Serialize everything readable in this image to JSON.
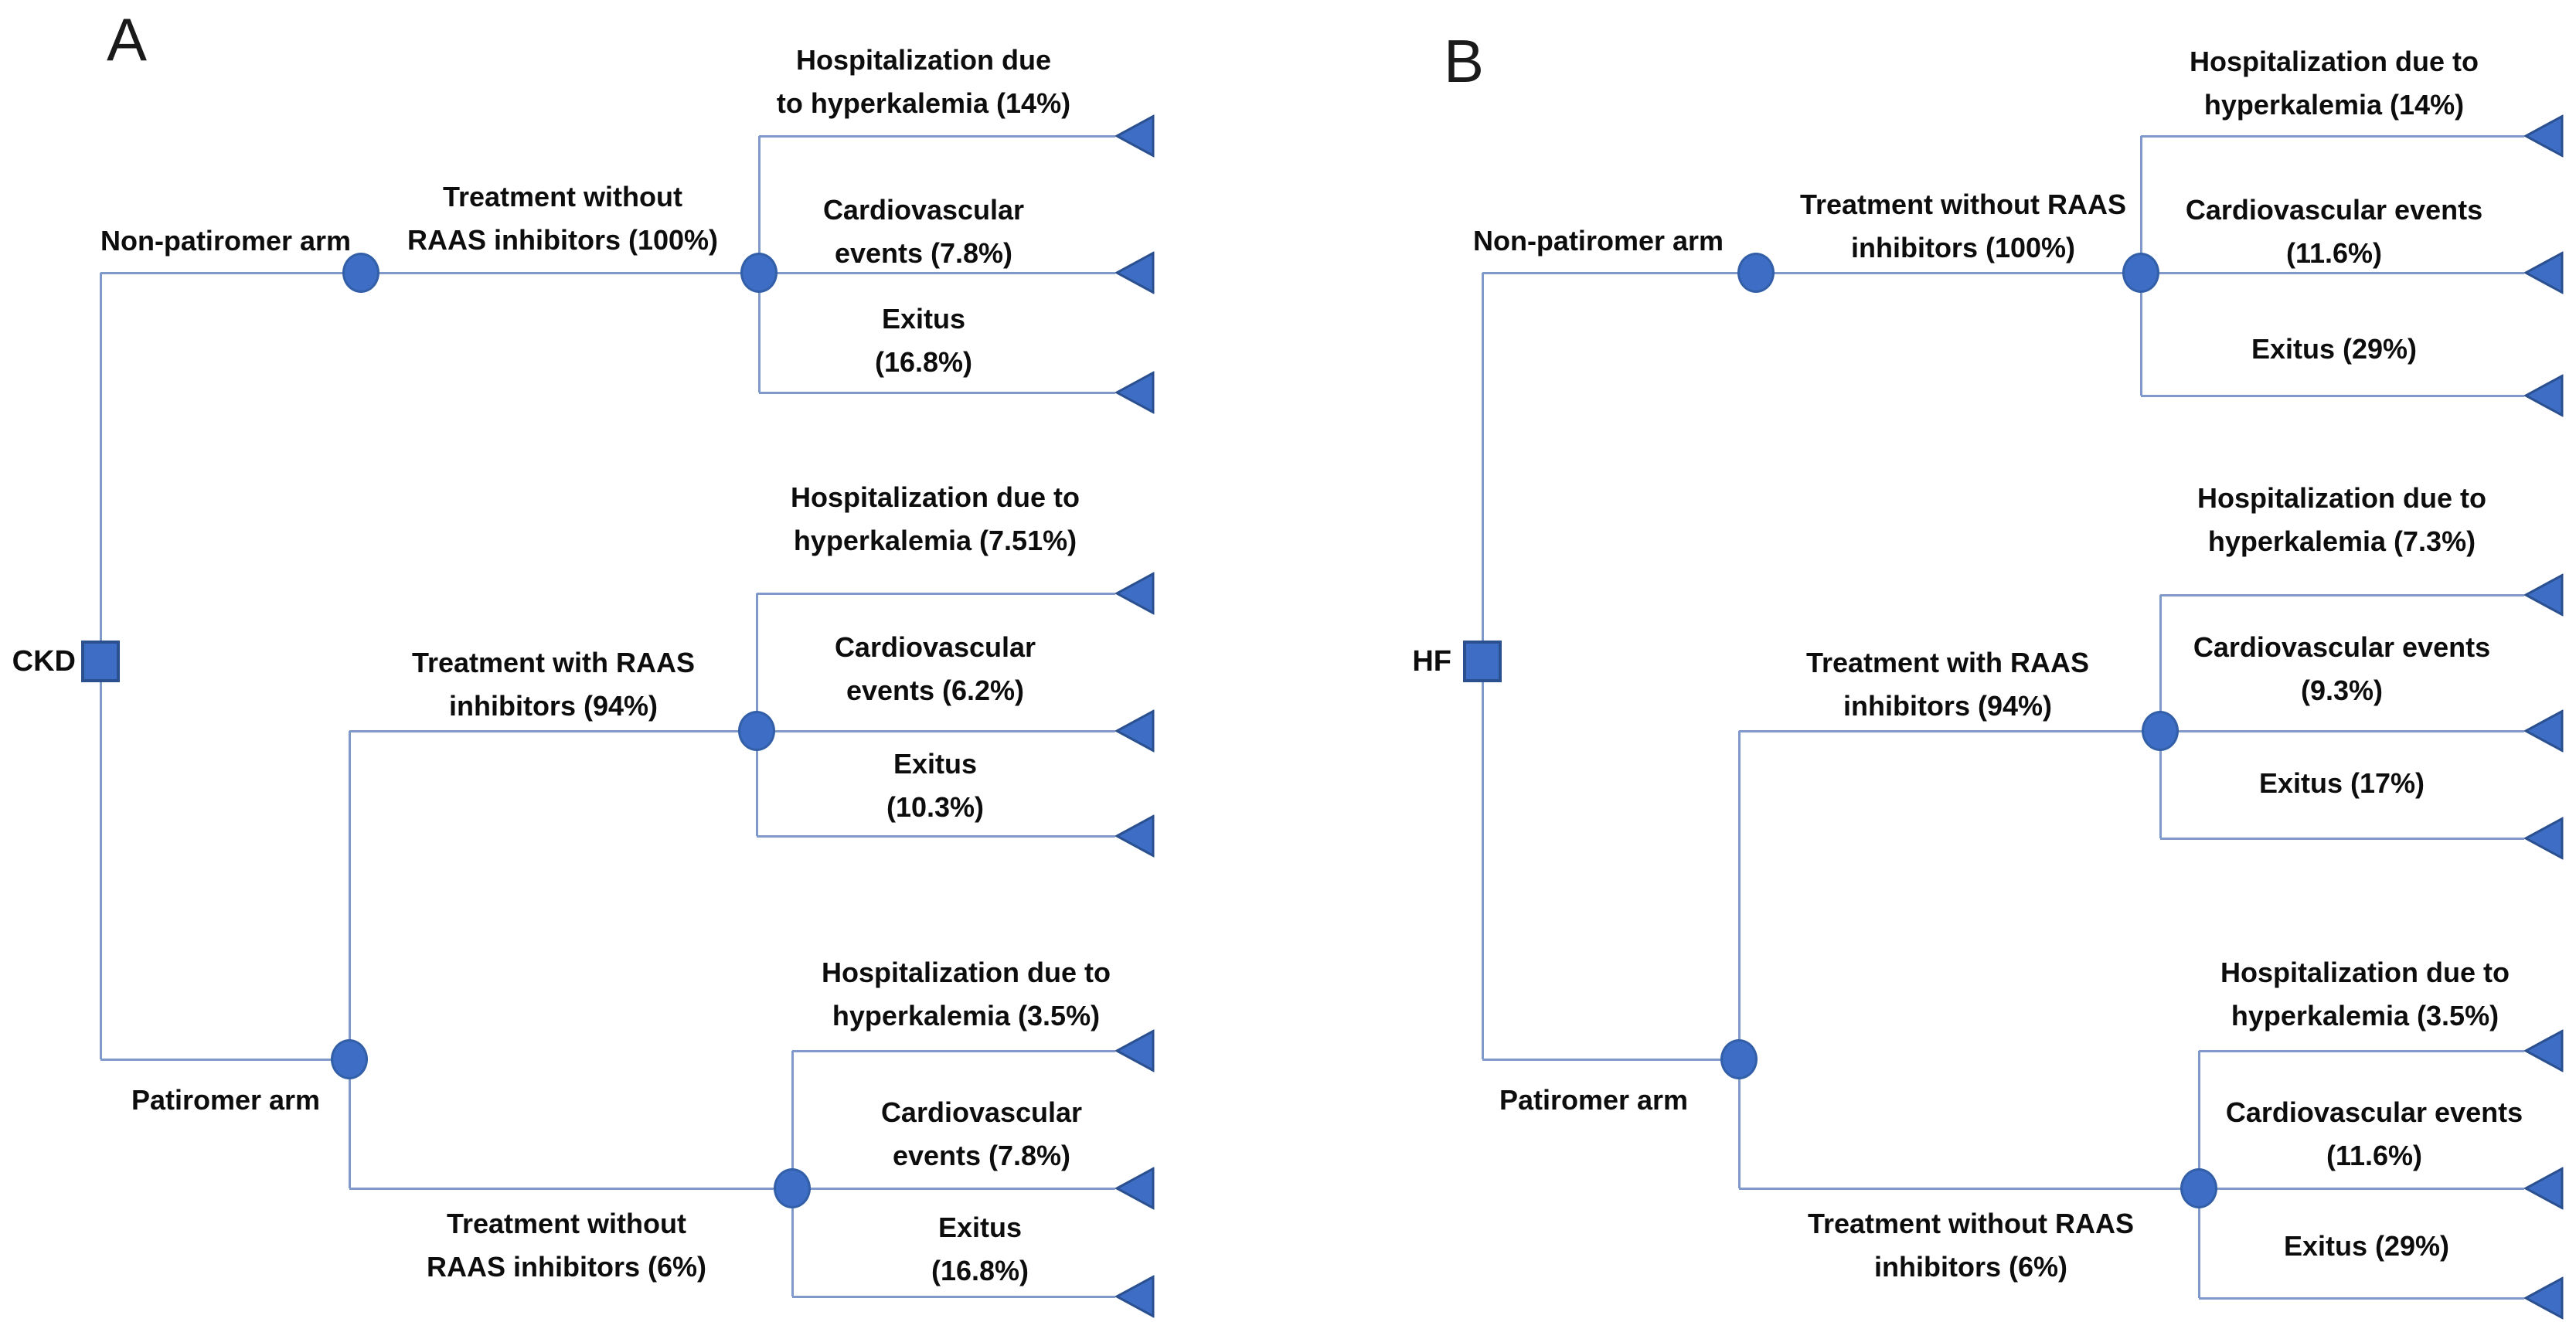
{
  "colors": {
    "node_fill": "#3d6dc4",
    "node_edge": "#2b508f",
    "line": "#7e99ca",
    "text": "#0d0d0d",
    "background": "#ffffff"
  },
  "a": {
    "letter": "A",
    "root": "CKD",
    "arm_top": "Non-patiromer arm",
    "arm_bottom": "Patiromer arm",
    "branch_top": {
      "l1": "Treatment without",
      "l2": "RAAS inhibitors (100%)"
    },
    "branch_mid": {
      "l1": "Treatment with RAAS",
      "l2": "inhibitors (94%)"
    },
    "branch_bottom": {
      "l1": "Treatment without",
      "l2": "RAAS inhibitors (6%)"
    },
    "top": {
      "hosp": {
        "l1": "Hospitalization due",
        "l2": "to hyperkalemia (14%)"
      },
      "cardio": {
        "l1": "Cardiovascular",
        "l2": "events (7.8%)"
      },
      "exitus": {
        "l1": "Exitus",
        "l2": "(16.8%)"
      }
    },
    "mid": {
      "hosp": {
        "l1": "Hospitalization due to",
        "l2": "hyperkalemia (7.51%)"
      },
      "cardio": {
        "l1": "Cardiovascular",
        "l2": "events (6.2%)"
      },
      "exitus": {
        "l1": "Exitus",
        "l2": "(10.3%)"
      }
    },
    "bottom": {
      "hosp": {
        "l1": "Hospitalization due to",
        "l2": "hyperkalemia (3.5%)"
      },
      "cardio": {
        "l1": "Cardiovascular",
        "l2": "events (7.8%)"
      },
      "exitus": {
        "l1": "Exitus",
        "l2": "(16.8%)"
      }
    }
  },
  "b": {
    "letter": "B",
    "root": "HF",
    "arm_top": "Non-patiromer arm",
    "arm_bottom": "Patiromer arm",
    "branch_top": {
      "l1": "Treatment without RAAS",
      "l2": "inhibitors (100%)"
    },
    "branch_mid": {
      "l1": "Treatment with RAAS",
      "l2": "inhibitors (94%)"
    },
    "branch_bottom": {
      "l1": "Treatment without RAAS",
      "l2": "inhibitors (6%)"
    },
    "top": {
      "hosp": {
        "l1": "Hospitalization due to",
        "l2": "hyperkalemia (14%)"
      },
      "cardio": {
        "l1": "Cardiovascular events",
        "l2": "(11.6%)"
      },
      "exitus": {
        "l1": "Exitus (29%)"
      }
    },
    "mid": {
      "hosp": {
        "l1": "Hospitalization due to",
        "l2": "hyperkalemia (7.3%)"
      },
      "cardio": {
        "l1": "Cardiovascular events",
        "l2": "(9.3%)"
      },
      "exitus": {
        "l1": "Exitus (17%)"
      }
    },
    "bottom": {
      "hosp": {
        "l1": "Hospitalization due to",
        "l2": "hyperkalemia (3.5%)"
      },
      "cardio": {
        "l1": "Cardiovascular events",
        "l2": "(11.6%)"
      },
      "exitus": {
        "l1": "Exitus (29%)"
      }
    }
  }
}
